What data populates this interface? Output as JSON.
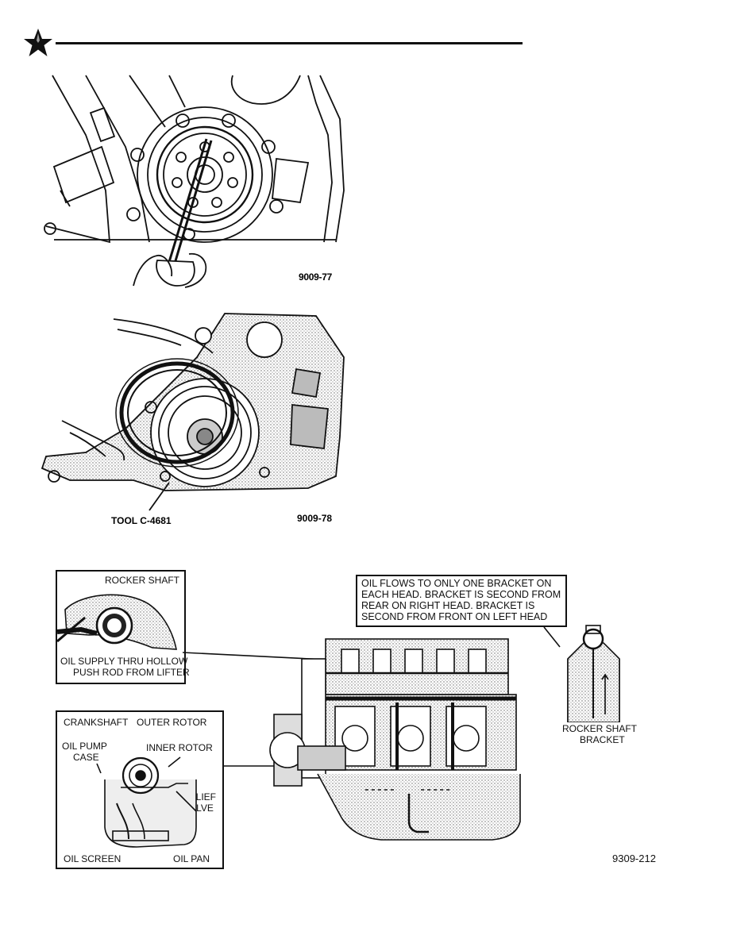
{
  "figures": {
    "fig1": {
      "code": "9009-77"
    },
    "fig2": {
      "code": "9009-78",
      "tool_label": "TOOL C-4681"
    },
    "fig3": {
      "code": "9309-212",
      "rocker_inset": {
        "title": "ROCKER SHAFT",
        "caption_line1": "OIL SUPPLY THRU HOLLOW",
        "caption_line2": "PUSH ROD FROM LIFTER"
      },
      "note": {
        "line1": "OIL FLOWS TO ONLY ONE BRACKET ON",
        "line2": "EACH HEAD. BRACKET IS SECOND FROM",
        "line3": "REAR ON RIGHT HEAD. BRACKET IS",
        "line4": "SECOND FROM FRONT ON LEFT HEAD"
      },
      "bracket_label_line1": "ROCKER SHAFT",
      "bracket_label_line2": "BRACKET",
      "pump_inset": {
        "crankshaft": "CRANKSHAFT",
        "outer_rotor": "OUTER ROTOR",
        "oil_pump_line1": "OIL PUMP",
        "oil_pump_line2": "CASE",
        "inner_rotor": "INNER ROTOR",
        "relief_line1": "RELIEF",
        "relief_line2": "VALVE",
        "oil_screen": "OIL SCREEN",
        "oil_pan": "OIL PAN"
      }
    }
  }
}
